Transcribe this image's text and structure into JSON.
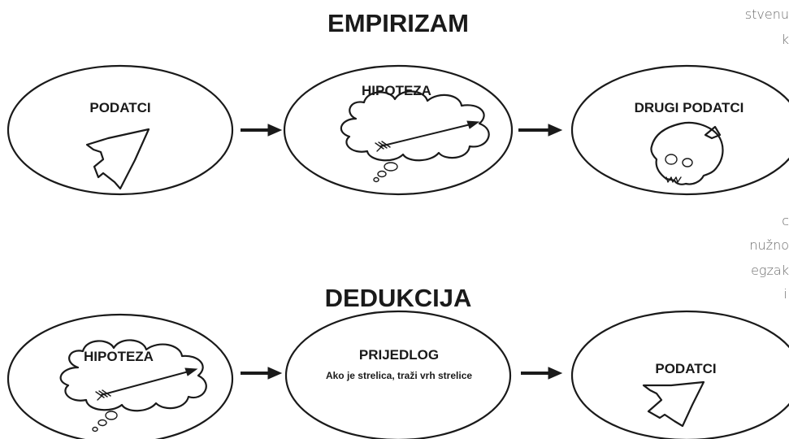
{
  "empirizam": {
    "title": "EMPIRIZAM",
    "step1_label": "PODATCI",
    "step2_label": "HIPOTEZA",
    "step3_label": "DRUGI PODATCI"
  },
  "dedukcija": {
    "title": "DEDUKCIJA",
    "step1_label": "HIPOTEZA",
    "step2_label": "PRIJEDLOG",
    "step2_text": "Ako je strelica, traži vrh strelice",
    "step3_label": "PODATCI"
  },
  "side_text": {
    "line1": "stvenu",
    "line2": "k",
    "line3": "c",
    "line4": "nužno",
    "line5": "egzak",
    "line6": "i"
  },
  "icons": {
    "flow_arrow": "right-arrow-icon",
    "arrowhead": "flint-arrowhead-icon",
    "thought": "thought-cloud-icon",
    "arrow": "arrow-icon",
    "skull": "skull-icon"
  }
}
